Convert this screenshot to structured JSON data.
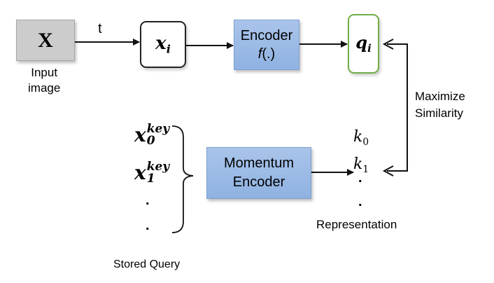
{
  "input": {
    "symbol": "X",
    "label_line1": "Input",
    "label_line2": "image"
  },
  "transform_label": "t",
  "augmented": {
    "base": "x",
    "sub": "i"
  },
  "encoder": {
    "line1": "Encoder",
    "func": "f",
    "func_arg": "(.)"
  },
  "query": {
    "base": "q",
    "sub": "i"
  },
  "similarity": {
    "line1": "Maximize",
    "line2": "Similarity"
  },
  "keys": [
    {
      "base": "k",
      "sub": "0"
    },
    {
      "base": "k",
      "sub": "1"
    }
  ],
  "stored_keys": [
    {
      "base": "x",
      "sup": "key",
      "sub": "0"
    },
    {
      "base": "x",
      "sup": "key",
      "sub": "1"
    }
  ],
  "momentum_encoder": {
    "line1": "Momentum",
    "line2": "Encoder"
  },
  "representation_label": "Representation",
  "stored_query_label": "Stored Query",
  "colors": {
    "input_fill": "#cccccc",
    "encoder_fill": "#9dbbe6",
    "query_border": "#70ad47",
    "line": "#111111"
  }
}
